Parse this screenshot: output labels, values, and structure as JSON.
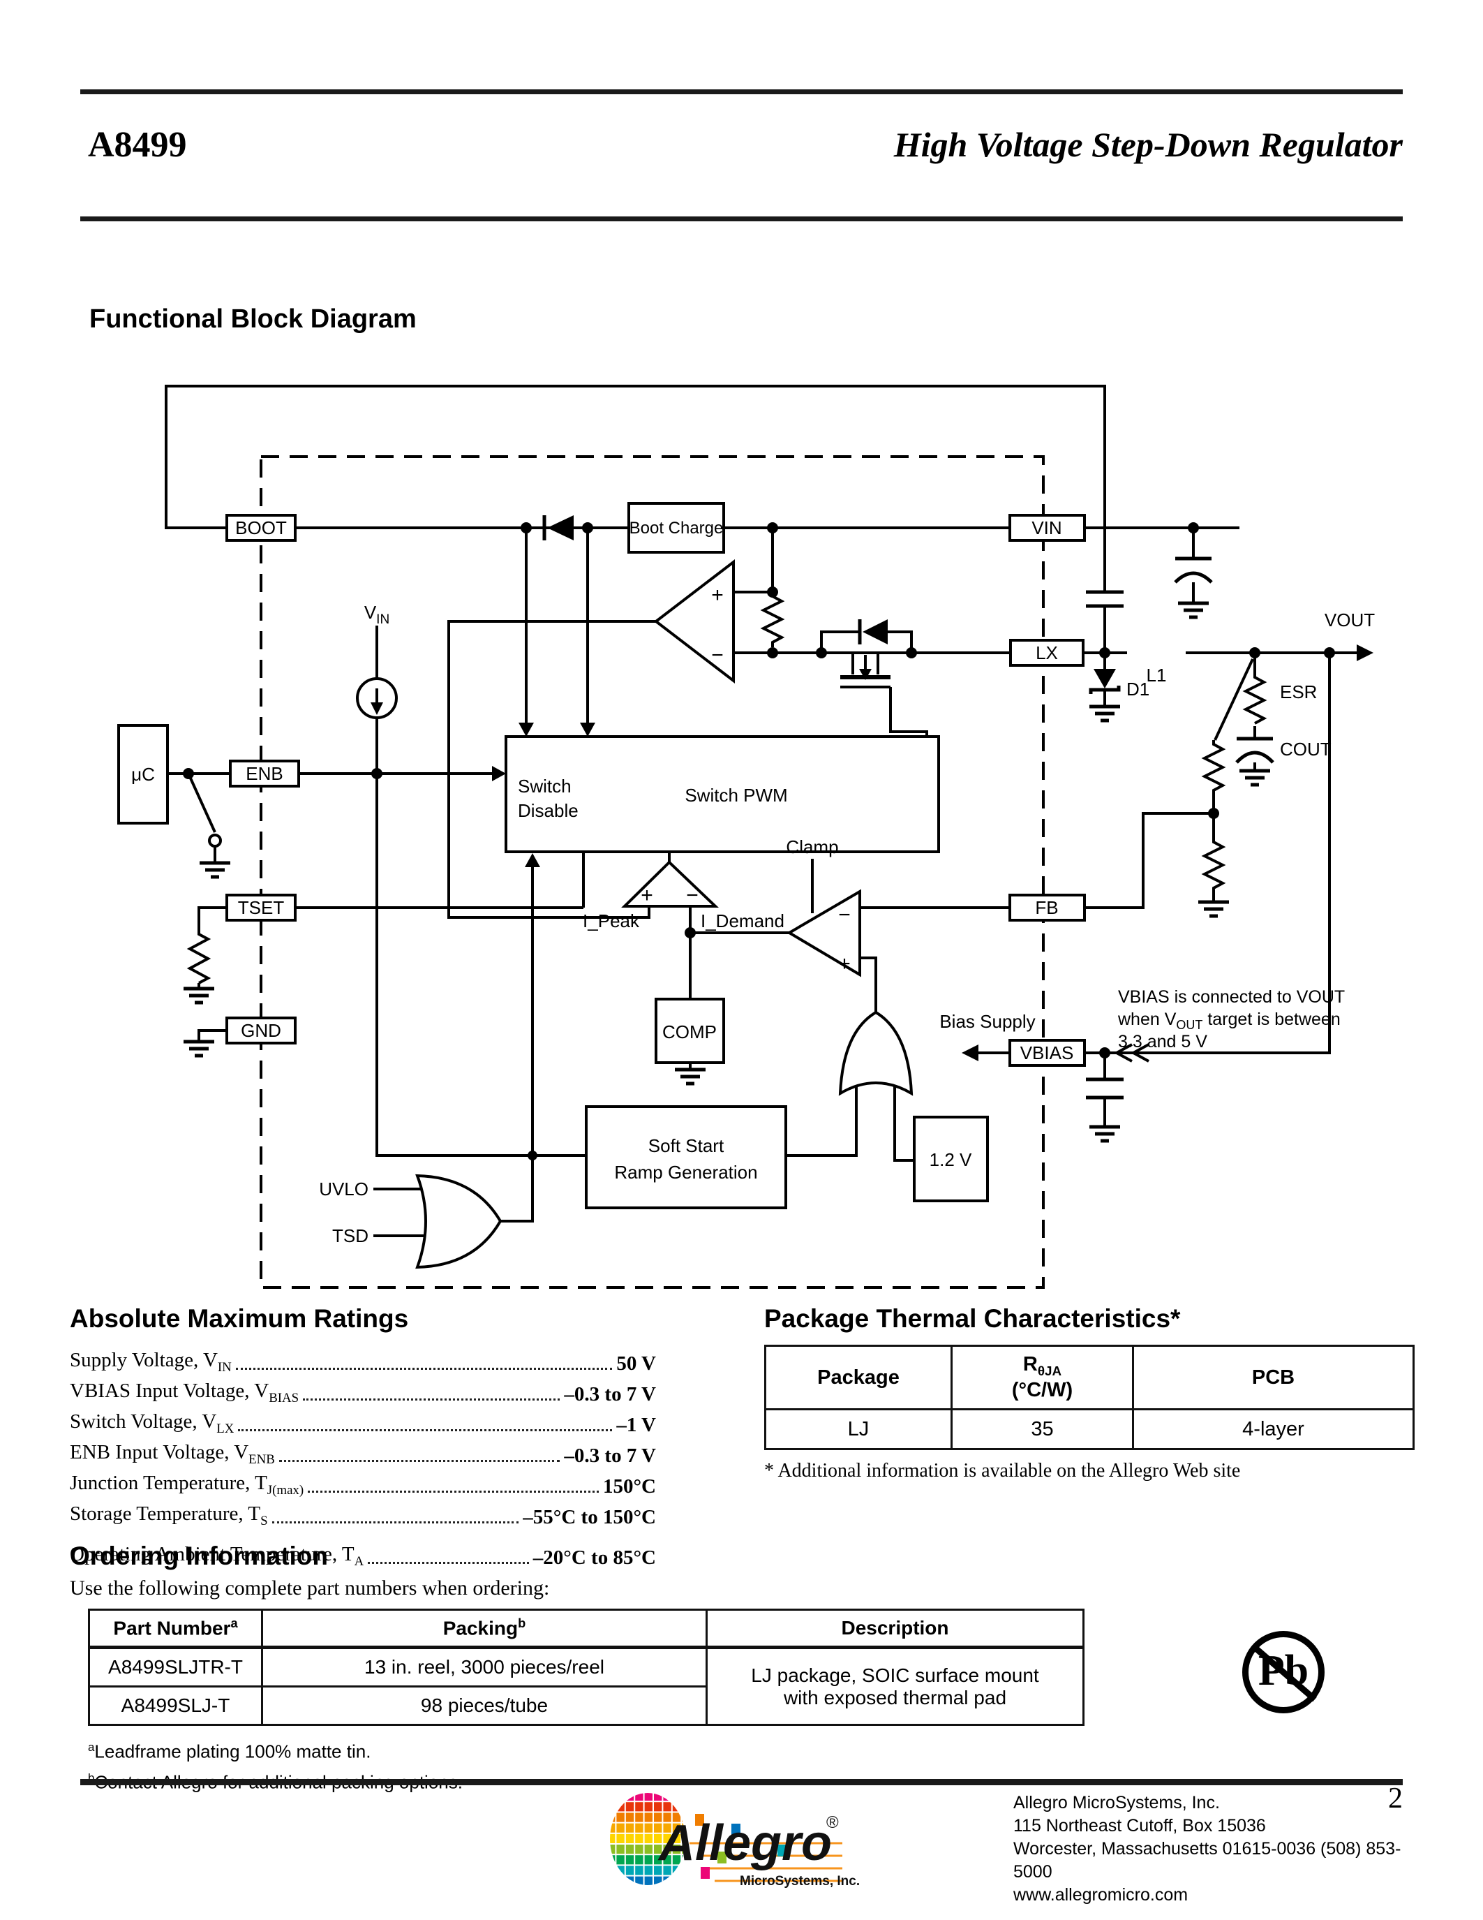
{
  "header": {
    "part": "A8499",
    "title": "High Voltage Step-Down Regulator"
  },
  "diagram": {
    "heading": "Functional Block Diagram",
    "pins": {
      "boot": "BOOT",
      "enb": "ENB",
      "tset": "TSET",
      "gnd": "GND",
      "vin": "VIN",
      "lx": "LX",
      "fb": "FB",
      "vbias": "VBIAS"
    },
    "blocks": {
      "boot_charge": "Boot Charge",
      "switch_pwm": "Switch PWM",
      "switch_disable_1": "Switch",
      "switch_disable_2": "Disable",
      "comp": "COMP",
      "soft_start_1": "Soft Start",
      "soft_start_2": "Ramp Generation",
      "ref": "1.2 V",
      "uc": "μC"
    },
    "labels": {
      "v": "V",
      "vin_sub": "IN",
      "vout": "VOUT",
      "l1": "L1",
      "d1": "D1",
      "esr": "ESR",
      "cout": "COUT",
      "clamp": "Clamp",
      "i_peak": "I_Peak",
      "i_demand": "I_Demand",
      "bias_supply": "Bias Supply",
      "uvlo": "UVLO",
      "tsd": "TSD",
      "plus": "+",
      "minus": "−"
    },
    "note": {
      "line1": "VBIAS is connected to VOUT",
      "line2_pre": "when V",
      "line2_sub": "OUT",
      "line2_post": " target is between",
      "line3": "3.3 and 5 V"
    }
  },
  "abs_max": {
    "title": "Absolute Maximum Ratings",
    "items": [
      {
        "pre": "Supply Voltage, V",
        "sub": "IN",
        "value": "50 V"
      },
      {
        "pre": "VBIAS Input Voltage, V",
        "sub": "BIAS",
        "value": "–0.3 to 7 V"
      },
      {
        "pre": "Switch Voltage, V",
        "sub": "LX",
        "value": "–1 V"
      },
      {
        "pre": "ENB Input Voltage, V",
        "sub": "ENB",
        "value": "–0.3 to 7 V"
      },
      {
        "pre": "Junction Temperature, T",
        "sub": "J(max)",
        "value": "150°C"
      },
      {
        "pre": "Storage Temperature, T",
        "sub": "S",
        "value": "–55°C to 150°C"
      },
      {
        "pre": "Operating Ambient Temperature, T",
        "sub": "A",
        "value": "–20°C to 85°C"
      }
    ]
  },
  "thermal": {
    "title": "Package Thermal Characteristics*",
    "col_package": "Package",
    "col_r_main": "R",
    "col_r_sub": "θJA",
    "col_r_unit": "(°C/W)",
    "col_pcb": "PCB",
    "row": {
      "package": "LJ",
      "r": "35",
      "pcb": "4-layer"
    },
    "footnote": "* Additional information is available on the Allegro Web site"
  },
  "ordering": {
    "title": "Ordering Information",
    "intro": "Use the following complete part numbers when ordering:",
    "col_part": "Part Number",
    "col_part_sup": "a",
    "col_packing": "Packing",
    "col_packing_sup": "b",
    "col_desc": "Description",
    "rows": [
      {
        "part": "A8499SLJTR-T",
        "packing": "13 in. reel, 3000 pieces/reel"
      },
      {
        "part": "A8499SLJ-T",
        "packing": "98 pieces/tube"
      }
    ],
    "description": "LJ package, SOIC surface mount with exposed thermal pad",
    "foot_a_sup": "a",
    "foot_a": "Leadframe plating 100% matte tin.",
    "foot_b_sup": "b",
    "foot_b": "Contact Allegro for additional packing options."
  },
  "pb": {
    "label": "Pb"
  },
  "footer": {
    "company": "Allegro MicroSystems, Inc.",
    "address1": "115 Northeast Cutoff, Box 15036",
    "address2": "Worcester, Massachusetts 01615-0036  (508) 853-5000",
    "web": "www.allegromicro.com",
    "page": "2",
    "logo_name": "Allegro",
    "logo_reg": "®",
    "logo_sub": "MicroSystems, Inc.",
    "logo_line_color": "#f7941d",
    "logo_colors": [
      "#ec0677",
      "#e8340c",
      "#f07d00",
      "#f7a800",
      "#ffd500",
      "#8cbe23",
      "#00a650",
      "#00a7b5",
      "#0072bc"
    ]
  }
}
